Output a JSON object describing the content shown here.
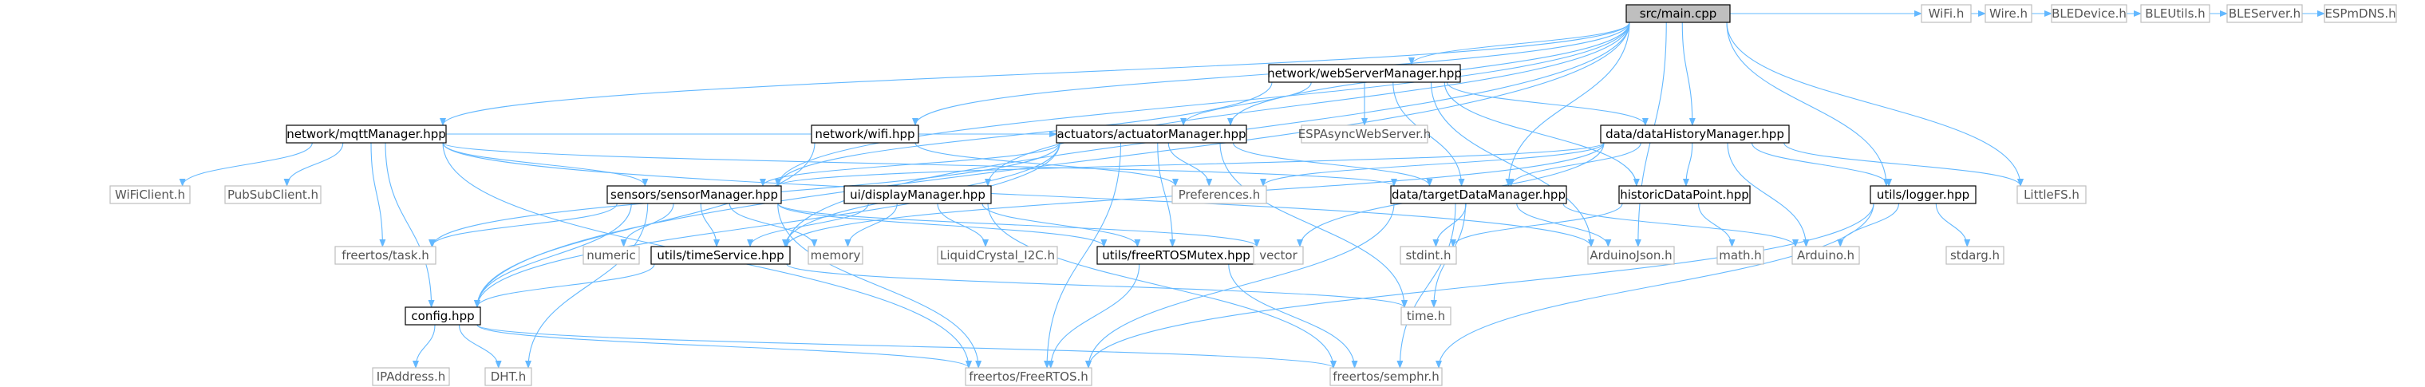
{
  "colors": {
    "edge": "#63b8ff",
    "root_fill": "#bfbfbf",
    "node_border": "#000000",
    "external_border": "#bfbfbf",
    "external_text": "#555555",
    "text": "#000000"
  },
  "nodes": [
    {
      "id": "main",
      "label": "src/main.cpp",
      "kind": "root"
    },
    {
      "id": "web",
      "label": "network/webServerManager.hpp",
      "kind": "local"
    },
    {
      "id": "mqtt",
      "label": "network/mqttManager.hpp",
      "kind": "local"
    },
    {
      "id": "wifih",
      "label": "network/wifi.hpp",
      "kind": "local"
    },
    {
      "id": "act",
      "label": "actuators/actuatorManager.hpp",
      "kind": "local"
    },
    {
      "id": "dhm",
      "label": "data/dataHistoryManager.hpp",
      "kind": "local"
    },
    {
      "id": "sens",
      "label": "sensors/sensorManager.hpp",
      "kind": "local"
    },
    {
      "id": "disp",
      "label": "ui/displayManager.hpp",
      "kind": "local"
    },
    {
      "id": "tdm",
      "label": "data/targetDataManager.hpp",
      "kind": "local"
    },
    {
      "id": "hdp",
      "label": "historicDataPoint.hpp",
      "kind": "local"
    },
    {
      "id": "logger",
      "label": "utils/logger.hpp",
      "kind": "local"
    },
    {
      "id": "frm",
      "label": "utils/freeRTOSMutex.hpp",
      "kind": "local"
    },
    {
      "id": "ts",
      "label": "utils/timeService.hpp",
      "kind": "local"
    },
    {
      "id": "config",
      "label": "config.hpp",
      "kind": "local"
    },
    {
      "id": "WiFi.h",
      "label": "WiFi.h",
      "kind": "external"
    },
    {
      "id": "Wire.h",
      "label": "Wire.h",
      "kind": "external"
    },
    {
      "id": "BLEDevice.h",
      "label": "BLEDevice.h",
      "kind": "external"
    },
    {
      "id": "BLEUtils.h",
      "label": "BLEUtils.h",
      "kind": "external"
    },
    {
      "id": "BLEServer.h",
      "label": "BLEServer.h",
      "kind": "external"
    },
    {
      "id": "ESPmDNS.h",
      "label": "ESPmDNS.h",
      "kind": "external"
    },
    {
      "id": "ESPAsyncWebServer.h",
      "label": "ESPAsyncWebServer.h",
      "kind": "external"
    },
    {
      "id": "Preferences.h",
      "label": "Preferences.h",
      "kind": "external"
    },
    {
      "id": "LittleFS.h",
      "label": "LittleFS.h",
      "kind": "external"
    },
    {
      "id": "WiFiClient.h",
      "label": "WiFiClient.h",
      "kind": "external"
    },
    {
      "id": "PubSubClient.h",
      "label": "PubSubClient.h",
      "kind": "external"
    },
    {
      "id": "freertos/task.h",
      "label": "freertos/task.h",
      "kind": "external"
    },
    {
      "id": "numeric",
      "label": "numeric",
      "kind": "external"
    },
    {
      "id": "memory",
      "label": "memory",
      "kind": "external"
    },
    {
      "id": "LiquidCrystal_I2C.h",
      "label": "LiquidCrystal_I2C.h",
      "kind": "external"
    },
    {
      "id": "vector",
      "label": "vector",
      "kind": "external"
    },
    {
      "id": "stdint.h",
      "label": "stdint.h",
      "kind": "external"
    },
    {
      "id": "ArduinoJson.h",
      "label": "ArduinoJson.h",
      "kind": "external"
    },
    {
      "id": "math.h",
      "label": "math.h",
      "kind": "external"
    },
    {
      "id": "Arduino.h",
      "label": "Arduino.h",
      "kind": "external"
    },
    {
      "id": "stdarg.h",
      "label": "stdarg.h",
      "kind": "external"
    },
    {
      "id": "time.h",
      "label": "time.h",
      "kind": "external"
    },
    {
      "id": "IPAddress.h",
      "label": "IPAddress.h",
      "kind": "external"
    },
    {
      "id": "DHT.h",
      "label": "DHT.h",
      "kind": "external"
    },
    {
      "id": "freertos/FreeRTOS.h",
      "label": "freertos/FreeRTOS.h",
      "kind": "external"
    },
    {
      "id": "freertos/semphr.h",
      "label": "freertos/semphr.h",
      "kind": "external"
    }
  ],
  "edges": [
    [
      "main",
      "web"
    ],
    [
      "main",
      "mqtt"
    ],
    [
      "main",
      "wifih"
    ],
    [
      "main",
      "act"
    ],
    [
      "main",
      "dhm"
    ],
    [
      "main",
      "sens"
    ],
    [
      "main",
      "disp"
    ],
    [
      "main",
      "tdm"
    ],
    [
      "main",
      "logger"
    ],
    [
      "main",
      "ts"
    ],
    [
      "main",
      "config"
    ],
    [
      "main",
      "WiFi.h"
    ],
    [
      "main",
      "Wire.h"
    ],
    [
      "main",
      "BLEDevice.h"
    ],
    [
      "main",
      "BLEUtils.h"
    ],
    [
      "main",
      "BLEServer.h"
    ],
    [
      "main",
      "ESPmDNS.h"
    ],
    [
      "main",
      "LittleFS.h"
    ],
    [
      "main",
      "ArduinoJson.h"
    ],
    [
      "web",
      "ESPAsyncWebServer.h"
    ],
    [
      "web",
      "act"
    ],
    [
      "web",
      "dhm"
    ],
    [
      "web",
      "tdm"
    ],
    [
      "web",
      "sens"
    ],
    [
      "web",
      "hdp"
    ],
    [
      "web",
      "ArduinoJson.h"
    ],
    [
      "mqtt",
      "WiFiClient.h"
    ],
    [
      "mqtt",
      "PubSubClient.h"
    ],
    [
      "mqtt",
      "freertos/task.h"
    ],
    [
      "mqtt",
      "config"
    ],
    [
      "mqtt",
      "sens"
    ],
    [
      "mqtt",
      "act"
    ],
    [
      "mqtt",
      "tdm"
    ],
    [
      "mqtt",
      "ArduinoJson.h"
    ],
    [
      "mqtt",
      "freertos/FreeRTOS.h"
    ],
    [
      "wifih",
      "config"
    ],
    [
      "wifih",
      "Preferences.h"
    ],
    [
      "act",
      "sens"
    ],
    [
      "act",
      "tdm"
    ],
    [
      "act",
      "frm"
    ],
    [
      "act",
      "ts"
    ],
    [
      "act",
      "Preferences.h"
    ],
    [
      "act",
      "freertos/task.h"
    ],
    [
      "act",
      "config"
    ],
    [
      "act",
      "freertos/FreeRTOS.h"
    ],
    [
      "act",
      "time.h"
    ],
    [
      "dhm",
      "hdp"
    ],
    [
      "dhm",
      "logger"
    ],
    [
      "dhm",
      "LittleFS.h"
    ],
    [
      "dhm",
      "Preferences.h"
    ],
    [
      "dhm",
      "tdm"
    ],
    [
      "dhm",
      "vector"
    ],
    [
      "dhm",
      "sens"
    ],
    [
      "dhm",
      "ts"
    ],
    [
      "dhm",
      "Arduino.h"
    ],
    [
      "sens",
      "config"
    ],
    [
      "sens",
      "ts"
    ],
    [
      "sens",
      "frm"
    ],
    [
      "sens",
      "freertos/task.h"
    ],
    [
      "sens",
      "numeric"
    ],
    [
      "sens",
      "memory"
    ],
    [
      "sens",
      "DHT.h"
    ],
    [
      "sens",
      "freertos/FreeRTOS.h"
    ],
    [
      "sens",
      "vector"
    ],
    [
      "disp",
      "LiquidCrystal_I2C.h"
    ],
    [
      "disp",
      "memory"
    ],
    [
      "disp",
      "ts"
    ],
    [
      "disp",
      "frm"
    ],
    [
      "disp",
      "freertos/semphr.h"
    ],
    [
      "tdm",
      "ArduinoJson.h"
    ],
    [
      "tdm",
      "Arduino.h"
    ],
    [
      "tdm",
      "time.h"
    ],
    [
      "tdm",
      "freertos/FreeRTOS.h"
    ],
    [
      "tdm",
      "freertos/semphr.h"
    ],
    [
      "tdm",
      "stdint.h"
    ],
    [
      "hdp",
      "stdint.h"
    ],
    [
      "hdp",
      "math.h"
    ],
    [
      "logger",
      "Arduino.h"
    ],
    [
      "logger",
      "stdarg.h"
    ],
    [
      "logger",
      "freertos/FreeRTOS.h"
    ],
    [
      "logger",
      "freertos/semphr.h"
    ],
    [
      "frm",
      "freertos/FreeRTOS.h"
    ],
    [
      "frm",
      "freertos/semphr.h"
    ],
    [
      "ts",
      "config"
    ],
    [
      "ts",
      "time.h"
    ],
    [
      "config",
      "IPAddress.h"
    ],
    [
      "config",
      "DHT.h"
    ],
    [
      "config",
      "freertos/FreeRTOS.h"
    ],
    [
      "config",
      "freertos/semphr.h"
    ]
  ]
}
